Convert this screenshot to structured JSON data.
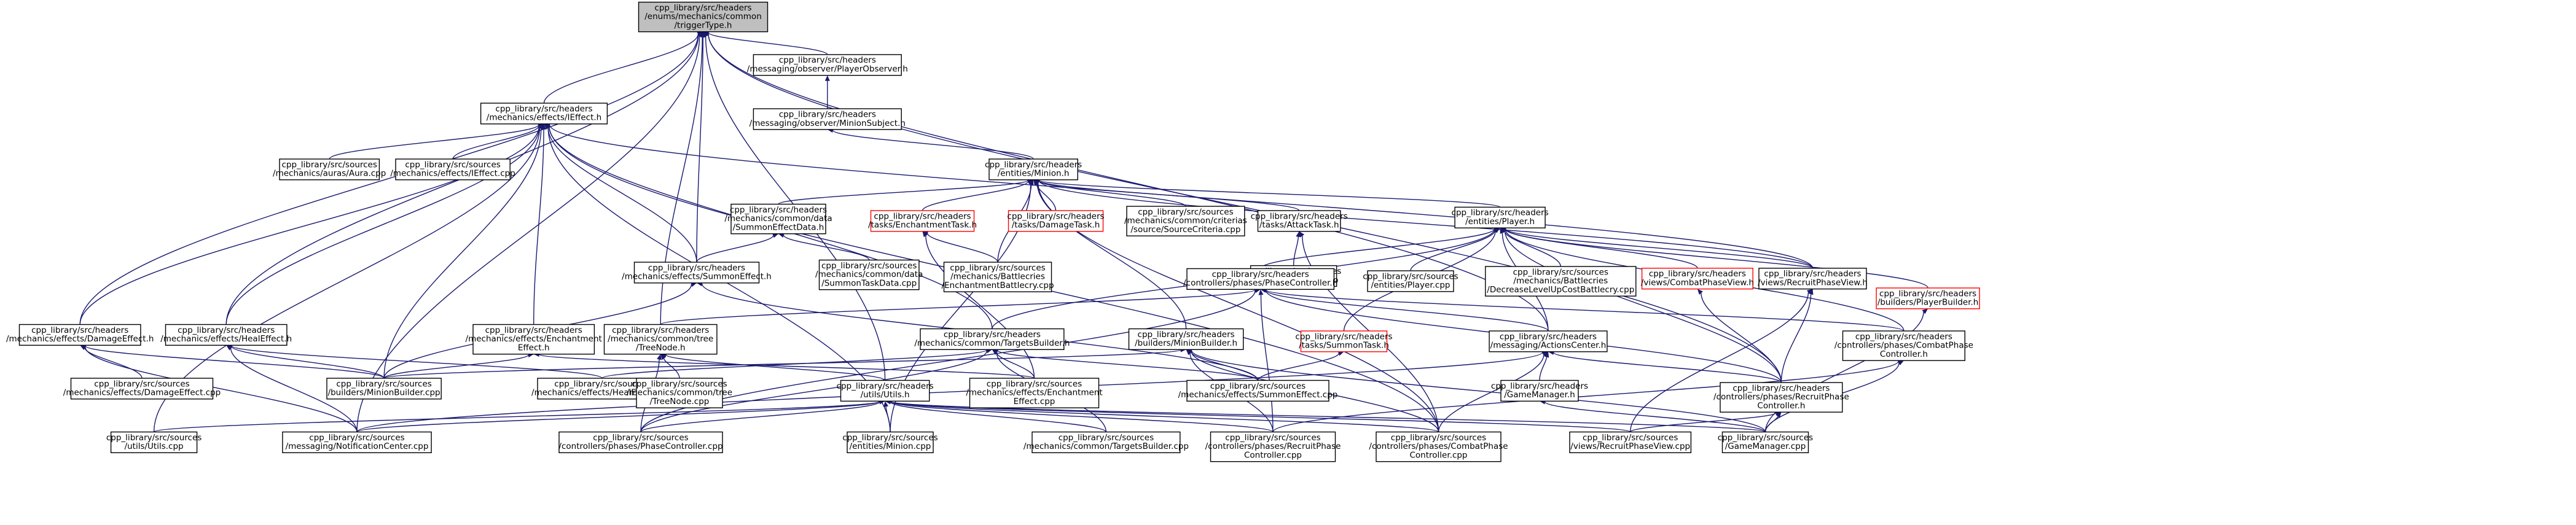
{
  "graph": {
    "title": "",
    "edge_color": "#191970",
    "root_fill": "#bfbfbf",
    "warning_color": "#ff0000",
    "nodes": [
      {
        "id": "root",
        "lines": [
          "cpp_library/src/headers",
          "/enums/mechanics/common",
          "/triggerType.h"
        ],
        "root": true
      },
      {
        "id": "po",
        "lines": [
          "cpp_library/src/headers",
          "/messaging/observer/PlayerObserver.h"
        ]
      },
      {
        "id": "ms",
        "lines": [
          "cpp_library/src/headers",
          "/messaging/observer/MinionSubject.h"
        ]
      },
      {
        "id": "ieff",
        "lines": [
          "cpp_library/src/headers",
          "/mechanics/effects/IEffect.h"
        ]
      },
      {
        "id": "aura",
        "lines": [
          "cpp_library/src/sources",
          "/mechanics/auras/Aura.cpp"
        ]
      },
      {
        "id": "ieffcpp",
        "lines": [
          "cpp_library/src/sources",
          "/mechanics/effects/IEffect.cpp"
        ]
      },
      {
        "id": "minion",
        "lines": [
          "cpp_library/src/headers",
          "/entities/Minion.h"
        ]
      },
      {
        "id": "sed",
        "lines": [
          "cpp_library/src/headers",
          "/mechanics/common/data",
          "/SummonEffectData.h"
        ]
      },
      {
        "id": "enchtask",
        "lines": [
          "cpp_library/src/headers",
          "/tasks/EnchantmentTask.h"
        ],
        "red": true
      },
      {
        "id": "dmgtask",
        "lines": [
          "cpp_library/src/headers",
          "/tasks/DamageTask.h"
        ],
        "red": true
      },
      {
        "id": "srccrit",
        "lines": [
          "cpp_library/src/sources",
          "/mechanics/common/criterias",
          "/source/SourceCriteria.cpp"
        ]
      },
      {
        "id": "atktask",
        "lines": [
          "cpp_library/src/headers",
          "/tasks/AttackTask.h"
        ]
      },
      {
        "id": "player",
        "lines": [
          "cpp_library/src/headers",
          "/entities/Player.h"
        ]
      },
      {
        "id": "seffh",
        "lines": [
          "cpp_library/src/headers",
          "/mechanics/effects/SummonEffect.h"
        ]
      },
      {
        "id": "stdcpp",
        "lines": [
          "cpp_library/src/sources",
          "/mechanics/common/data",
          "/SummonTaskData.cpp"
        ]
      },
      {
        "id": "ebcpp",
        "lines": [
          "cpp_library/src/sources",
          "/mechanics/Battlecries",
          "/EnchantmentBattlecry.cpp"
        ]
      },
      {
        "id": "atkcpp",
        "lines": [
          "cpp_library/src/sources",
          "/tasks/AttackTask.cpp"
        ]
      },
      {
        "id": "ppc",
        "lines": [
          "cpp_library/src/headers",
          "/controllers/phases/PhaseController.h"
        ]
      },
      {
        "id": "playercpp",
        "lines": [
          "cpp_library/src/sources",
          "/entities/Player.cpp"
        ]
      },
      {
        "id": "dlub",
        "lines": [
          "cpp_library/src/sources",
          "/mechanics/Battlecries",
          "/DecreaseLevelUpCostBattlecry.cpp"
        ]
      },
      {
        "id": "cpv",
        "lines": [
          "cpp_library/src/headers",
          "/views/CombatPhaseView.h"
        ],
        "red": true
      },
      {
        "id": "rpv",
        "lines": [
          "cpp_library/src/headers",
          "/views/RecruitPhaseView.h"
        ]
      },
      {
        "id": "pb",
        "lines": [
          "cpp_library/src/headers",
          "/builders/PlayerBuilder.h"
        ],
        "red": true
      },
      {
        "id": "deh",
        "lines": [
          "cpp_library/src/headers",
          "/mechanics/effects/DamageEffect.h"
        ]
      },
      {
        "id": "heh",
        "lines": [
          "cpp_library/src/headers",
          "/mechanics/effects/HealEffect.h"
        ]
      },
      {
        "id": "eeh",
        "lines": [
          "cpp_library/src/headers",
          "/mechanics/effects/Enchantment",
          "Effect.h"
        ]
      },
      {
        "id": "tnh",
        "lines": [
          "cpp_library/src/headers",
          "/mechanics/common/tree",
          "/TreeNode.h"
        ]
      },
      {
        "id": "tbh",
        "lines": [
          "cpp_library/src/headers",
          "/mechanics/common/TargetsBuilder.h"
        ]
      },
      {
        "id": "mbh",
        "lines": [
          "cpp_library/src/headers",
          "/builders/MinionBuilder.h"
        ]
      },
      {
        "id": "stask",
        "lines": [
          "cpp_library/src/headers",
          "/tasks/SummonTask.h"
        ],
        "red": true
      },
      {
        "id": "acc",
        "lines": [
          "cpp_library/src/headers",
          "/messaging/ActionsCenter.h"
        ]
      },
      {
        "id": "cpc",
        "lines": [
          "cpp_library/src/headers",
          "/controllers/phases/CombatPhase",
          "Controller.h"
        ]
      },
      {
        "id": "decpp",
        "lines": [
          "cpp_library/src/sources",
          "/mechanics/effects/DamageEffect.cpp"
        ]
      },
      {
        "id": "mbcpp",
        "lines": [
          "cpp_library/src/sources",
          "/builders/MinionBuilder.cpp"
        ]
      },
      {
        "id": "hecpp",
        "lines": [
          "cpp_library/src/sources",
          "/mechanics/effects/HealEffect.cpp"
        ]
      },
      {
        "id": "tncpp",
        "lines": [
          "cpp_library/src/sources",
          "/mechanics/common/tree",
          "/TreeNode.cpp"
        ]
      },
      {
        "id": "utilsh",
        "lines": [
          "cpp_library/src/headers",
          "/utils/Utils.h"
        ]
      },
      {
        "id": "eecpp",
        "lines": [
          "cpp_library/src/sources",
          "/mechanics/effects/Enchantment",
          "Effect.cpp"
        ]
      },
      {
        "id": "secpp",
        "lines": [
          "cpp_library/src/sources",
          "/mechanics/effects/SummonEffect.cpp"
        ]
      },
      {
        "id": "gmh",
        "lines": [
          "cpp_library/src/headers",
          "/GameManager.h"
        ]
      },
      {
        "id": "rpc",
        "lines": [
          "cpp_library/src/headers",
          "/controllers/phases/RecruitPhase",
          "Controller.h"
        ]
      },
      {
        "id": "utilscpp",
        "lines": [
          "cpp_library/src/sources",
          "/utils/Utils.cpp"
        ]
      },
      {
        "id": "nccpp",
        "lines": [
          "cpp_library/src/sources",
          "/messaging/NotificationCenter.cpp"
        ]
      },
      {
        "id": "pccpp",
        "lines": [
          "cpp_library/src/sources",
          "/controllers/phases/PhaseController.cpp"
        ]
      },
      {
        "id": "mincpp",
        "lines": [
          "cpp_library/src/sources",
          "/entities/Minion.cpp"
        ]
      },
      {
        "id": "tbcpp",
        "lines": [
          "cpp_library/src/sources",
          "/mechanics/common/TargetsBuilder.cpp"
        ]
      },
      {
        "id": "rpccpp",
        "lines": [
          "cpp_library/src/sources",
          "/controllers/phases/RecruitPhase",
          "Controller.cpp"
        ]
      },
      {
        "id": "cpccpp",
        "lines": [
          "cpp_library/src/sources",
          "/controllers/phases/CombatPhase",
          "Controller.cpp"
        ]
      },
      {
        "id": "rpvcpp",
        "lines": [
          "cpp_library/src/sources",
          "/views/RecruitPhaseView.cpp"
        ]
      },
      {
        "id": "gmcpp",
        "lines": [
          "cpp_library/src/sources",
          "/GameManager.cpp"
        ]
      }
    ],
    "edges": [
      [
        "po",
        "root"
      ],
      [
        "ms",
        "po"
      ],
      [
        "ieff",
        "root"
      ],
      [
        "minion",
        "ms"
      ],
      [
        "seffh",
        "root"
      ],
      [
        "deh",
        "root"
      ],
      [
        "heh",
        "root"
      ],
      [
        "utilsh",
        "root"
      ],
      [
        "acc",
        "root"
      ],
      [
        "rpc",
        "root"
      ],
      [
        "nccpp",
        "root"
      ],
      [
        "tnh",
        "root"
      ],
      [
        "aura",
        "ieff"
      ],
      [
        "ieffcpp",
        "ieff"
      ],
      [
        "seffh",
        "ieff"
      ],
      [
        "deh",
        "ieff"
      ],
      [
        "heh",
        "ieff"
      ],
      [
        "eeh",
        "ieff"
      ],
      [
        "tbh",
        "ieff"
      ],
      [
        "utilscpp",
        "ieff"
      ],
      [
        "mincpp",
        "ieff"
      ],
      [
        "cpccpp",
        "ieff"
      ],
      [
        "rpv",
        "ieff"
      ],
      [
        "mbcpp",
        "ieff"
      ],
      [
        "sed",
        "minion"
      ],
      [
        "enchtask",
        "minion"
      ],
      [
        "dmgtask",
        "minion"
      ],
      [
        "srccrit",
        "minion"
      ],
      [
        "atktask",
        "minion"
      ],
      [
        "player",
        "minion"
      ],
      [
        "rpv",
        "minion"
      ],
      [
        "mincpp",
        "minion"
      ],
      [
        "ebcpp",
        "minion"
      ],
      [
        "mbh",
        "minion"
      ],
      [
        "cpccpp",
        "minion"
      ],
      [
        "seffh",
        "sed"
      ],
      [
        "stdcpp",
        "sed"
      ],
      [
        "ebcpp",
        "enchtask"
      ],
      [
        "eecpp",
        "enchtask"
      ],
      [
        "atkcpp",
        "atktask"
      ],
      [
        "cpccpp",
        "atktask"
      ],
      [
        "ppc",
        "player"
      ],
      [
        "playercpp",
        "player"
      ],
      [
        "dlub",
        "player"
      ],
      [
        "cpv",
        "player"
      ],
      [
        "rpv",
        "player"
      ],
      [
        "pb",
        "player"
      ],
      [
        "cpc",
        "player"
      ],
      [
        "rpc",
        "player"
      ],
      [
        "stask",
        "player"
      ],
      [
        "acc",
        "player"
      ],
      [
        "tbh",
        "player"
      ],
      [
        "mbcpp",
        "seffh"
      ],
      [
        "secpp",
        "seffh"
      ],
      [
        "decpp",
        "deh"
      ],
      [
        "mbcpp",
        "deh"
      ],
      [
        "nccpp",
        "deh"
      ],
      [
        "hecpp",
        "heh"
      ],
      [
        "mbcpp",
        "heh"
      ],
      [
        "nccpp",
        "heh"
      ],
      [
        "eecpp",
        "eeh"
      ],
      [
        "mbcpp",
        "eeh"
      ],
      [
        "tncpp",
        "tnh"
      ],
      [
        "utilsh",
        "tnh"
      ],
      [
        "pccpp",
        "tnh"
      ],
      [
        "eecpp",
        "tbh"
      ],
      [
        "hecpp",
        "tbh"
      ],
      [
        "tbcpp",
        "tbh"
      ],
      [
        "secpp",
        "tbh"
      ],
      [
        "pccpp",
        "tbh"
      ],
      [
        "mbcpp",
        "mbh"
      ],
      [
        "rpccpp",
        "mbh"
      ],
      [
        "cpccpp",
        "mbh"
      ],
      [
        "gmcpp",
        "mbh"
      ],
      [
        "secpp",
        "mbh"
      ],
      [
        "secpp",
        "stask"
      ],
      [
        "gmh",
        "acc"
      ],
      [
        "rpc",
        "acc"
      ],
      [
        "cpccpp",
        "acc"
      ],
      [
        "nccpp",
        "acc"
      ],
      [
        "rpc",
        "ppc"
      ],
      [
        "cpc",
        "ppc"
      ],
      [
        "acc",
        "ppc"
      ],
      [
        "tnh",
        "ppc"
      ],
      [
        "rpccpp",
        "ppc"
      ],
      [
        "pccpp",
        "ppc"
      ],
      [
        "rpccpp",
        "cpc"
      ],
      [
        "gmcpp",
        "cpc"
      ],
      [
        "rpc",
        "cpv"
      ],
      [
        "gmcpp",
        "gmh"
      ],
      [
        "rpvcpp",
        "rpc"
      ],
      [
        "gmcpp",
        "rpc"
      ],
      [
        "utilscpp",
        "utilsh"
      ],
      [
        "nccpp",
        "utilsh"
      ],
      [
        "pccpp",
        "utilsh"
      ],
      [
        "mincpp",
        "utilsh"
      ],
      [
        "tbcpp",
        "utilsh"
      ],
      [
        "rpccpp",
        "utilsh"
      ],
      [
        "cpccpp",
        "utilsh"
      ],
      [
        "rpvcpp",
        "utilsh"
      ],
      [
        "gmcpp",
        "utilsh"
      ],
      [
        "gmcpp",
        "pb"
      ],
      [
        "rpvcpp",
        "rpv"
      ],
      [
        "rpc",
        "rpv"
      ]
    ]
  }
}
